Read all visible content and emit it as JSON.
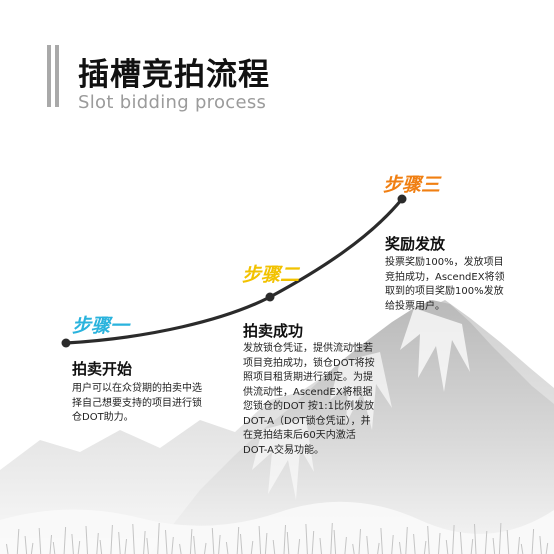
{
  "header": {
    "title": "插槽竞拍流程",
    "subtitle": "Slot bidding process"
  },
  "colors": {
    "step1": "#2ab3dd",
    "step2": "#f2c200",
    "step3": "#f07f12",
    "curve": "#2b2b2b"
  },
  "steps": [
    {
      "label": "步骤一",
      "heading": "拍卖开始",
      "lines": [
        "用户可以在众贷期的拍卖中选",
        "择自己想要支持的项目进行锁",
        "仓DOT助力。"
      ]
    },
    {
      "label": "步骤二",
      "heading": "拍卖成功",
      "lines": [
        "发放锁仓凭证，提供流动性若",
        "项目竞拍成功，锁仓DOT将按",
        "照项目租赁期进行锁定。为提",
        "供流动性，AscendEX将根据",
        "您锁仓的DOT 按1:1比例发放",
        "DOT-A（DOT锁仓凭证），并",
        "在竞拍结束后60天内激活",
        "DOT-A交易功能。"
      ]
    },
    {
      "label": "步骤三",
      "heading": "奖励发放",
      "lines": [
        "投票奖励100%，发放项目",
        "竞拍成功，AscendEX将领",
        "取到的项目奖励100%发放",
        "给投票用户。"
      ]
    }
  ]
}
